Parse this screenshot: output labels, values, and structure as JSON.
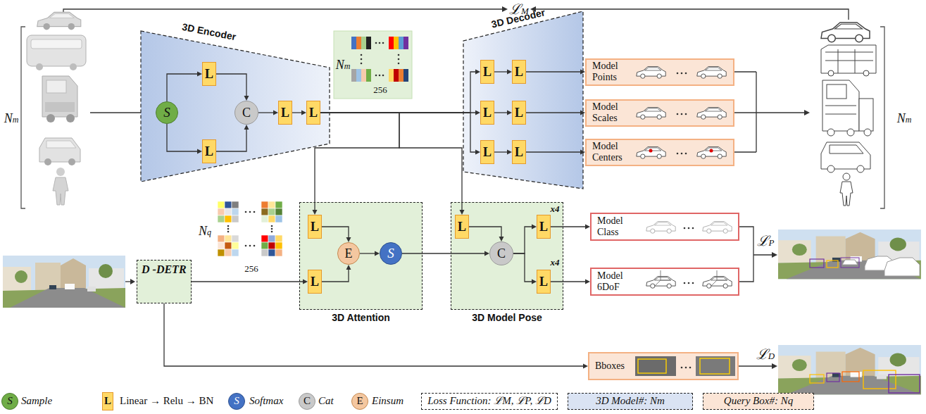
{
  "diagram": {
    "nodes": [
      {
        "text": [
          "3D Encoder"
        ]
      },
      {
        "text": [
          "S"
        ],
        "in": 0
      },
      {
        "text": [
          "L"
        ],
        "in": 0
      },
      {
        "text": [
          "L"
        ],
        "in": 0
      },
      {
        "text": [
          "C"
        ],
        "in": 0
      },
      {
        "text": [
          "L"
        ],
        "in": 0
      },
      {
        "text": [
          "L"
        ],
        "in": 0
      },
      {
        "text": [
          "3D Decoder"
        ]
      },
      {
        "text": [
          "L"
        ],
        "in": 7
      },
      {
        "text": [
          "L"
        ],
        "in": 7
      },
      {
        "text": [
          "L"
        ],
        "in": 7
      },
      {
        "text": [
          "L"
        ],
        "in": 7
      },
      {
        "text": [
          "L"
        ],
        "in": 7
      },
      {
        "text": [
          "L"
        ],
        "in": 7
      },
      {
        "text": [
          "Model Points"
        ]
      },
      {
        "text": [
          "Model Scales"
        ]
      },
      {
        "text": [
          "Model Centers"
        ]
      },
      {
        "text": [
          "D -DETR"
        ]
      },
      {
        "text": [
          "3D Attention"
        ]
      },
      {
        "text": [
          "L"
        ],
        "in": 18
      },
      {
        "text": [
          "L"
        ],
        "in": 18
      },
      {
        "text": [
          "E"
        ],
        "in": 18
      },
      {
        "text": [
          "S"
        ],
        "in": 18
      },
      {
        "text": [
          "3D Model Pose"
        ]
      },
      {
        "text": [
          "L"
        ],
        "in": 23
      },
      {
        "text": [
          "C"
        ],
        "in": 23
      },
      {
        "text": [
          "L"
        ],
        "in": 23
      },
      {
        "text": [
          "L"
        ],
        "in": 23
      },
      {
        "text": [
          "Model Class"
        ]
      },
      {
        "text": [
          "Model 6DoF"
        ]
      },
      {
        "text": [
          "Bboxes"
        ]
      }
    ],
    "edges": [
      {
        "from": 1,
        "to": 2,
        "arrow": "to"
      },
      {
        "from": 1,
        "to": 3,
        "arrow": "to"
      },
      {
        "from": 2,
        "to": 4,
        "arrow": "to"
      },
      {
        "from": 3,
        "to": 4,
        "arrow": "to"
      },
      {
        "from": 4,
        "to": 5,
        "arrow": "to"
      },
      {
        "from": 5,
        "to": 6,
        "arrow": "to"
      },
      {
        "from": 6,
        "to": 8,
        "arrow": "to"
      },
      {
        "from": 6,
        "to": 10,
        "arrow": "to"
      },
      {
        "from": 6,
        "to": 12,
        "arrow": "to"
      },
      {
        "from": 8,
        "to": 9,
        "arrow": "to"
      },
      {
        "from": 10,
        "to": 11,
        "arrow": "to"
      },
      {
        "from": 12,
        "to": 13,
        "arrow": "to"
      },
      {
        "from": 9,
        "to": 14,
        "arrow": "to"
      },
      {
        "from": 11,
        "to": 15,
        "arrow": "to"
      },
      {
        "from": 13,
        "to": 16,
        "arrow": "to"
      },
      {
        "from": 6,
        "to": 19,
        "arrow": "to"
      },
      {
        "from": 6,
        "to": 24,
        "arrow": "to"
      },
      {
        "from": 17,
        "to": 20,
        "arrow": "to"
      },
      {
        "from": 17,
        "to": 30,
        "arrow": "to"
      },
      {
        "from": 19,
        "to": 21,
        "arrow": "to"
      },
      {
        "from": 20,
        "to": 21,
        "arrow": "to"
      },
      {
        "from": 21,
        "to": 22,
        "arrow": "to"
      },
      {
        "from": 22,
        "to": 25,
        "arrow": "to"
      },
      {
        "from": 24,
        "to": 25,
        "arrow": "to"
      },
      {
        "from": 25,
        "to": 26,
        "arrow": "to"
      },
      {
        "from": 25,
        "to": 27,
        "arrow": "to"
      },
      {
        "from": 26,
        "to": 28,
        "arrow": "to"
      },
      {
        "from": 27,
        "to": 29,
        "arrow": "to"
      }
    ],
    "labels": [
      "ℒM",
      "Nm",
      "Nm",
      "256",
      "Nm",
      "Nq",
      "256",
      "x4",
      "x4",
      "ℒP",
      "ℒD",
      "S",
      "L",
      "S",
      "C",
      "E"
    ],
    "legend": [
      {
        "text": "Sample"
      },
      {
        "text": "Linear → Relu → BN"
      },
      {
        "text": "Softmax"
      },
      {
        "text": "Cat"
      },
      {
        "text": "Einsum"
      },
      {
        "text": "Loss Function: ℒM, ℒP, ℒD",
        "color": "#ffffff"
      },
      {
        "text": "3D Model#: Nm",
        "color": "#dae3f3"
      },
      {
        "text": "Query Box#: Nq",
        "color": "#fbe5d6"
      }
    ]
  }
}
